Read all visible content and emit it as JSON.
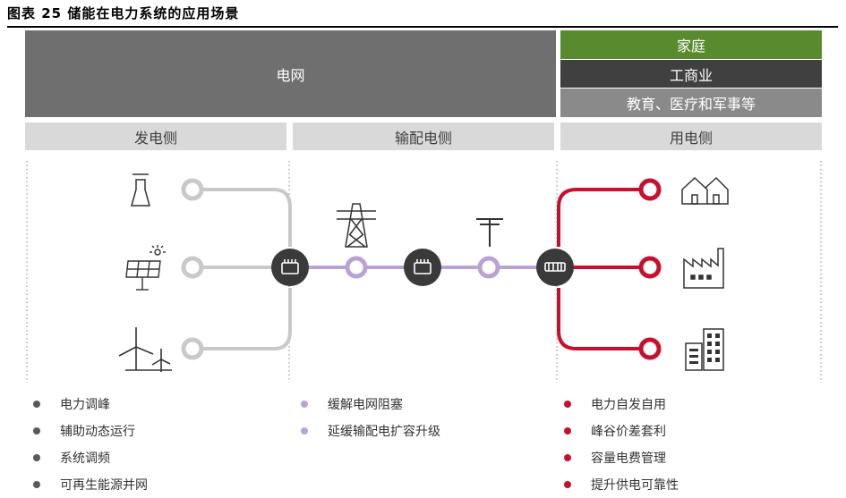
{
  "title": "图表 25 储能在电力系统的应用场景",
  "top": {
    "grid": "电网",
    "home": "家庭",
    "commercial": "工商业",
    "education": "教育、医疗和军事等"
  },
  "sides": {
    "generation": "发电侧",
    "transmission": "输配电侧",
    "consumption": "用电侧"
  },
  "colors": {
    "gray_line": "#c9c9c9",
    "purple_line": "#b9a3d6",
    "red_line": "#c8102e",
    "node_dark": "#3a3a3a",
    "green": "#5a8a2e"
  },
  "icons": {
    "generation": [
      "power-plant-icon",
      "solar-panel-icon",
      "wind-turbine-icon"
    ],
    "transmission": [
      "transmission-tower-icon",
      "utility-pole-icon"
    ],
    "consumption": [
      "house-icon",
      "factory-icon",
      "office-building-icon"
    ],
    "storage": "battery-storage-icon"
  },
  "legend": {
    "generation": [
      "电力调峰",
      "辅助动态运行",
      "系统调频",
      "可再生能源并网"
    ],
    "transmission": [
      "缓解电网阻塞",
      "延缓输配电扩容升级"
    ],
    "consumption": [
      "电力自发自用",
      "峰谷价差套利",
      "容量电费管理",
      "提升供电可靠性"
    ]
  }
}
